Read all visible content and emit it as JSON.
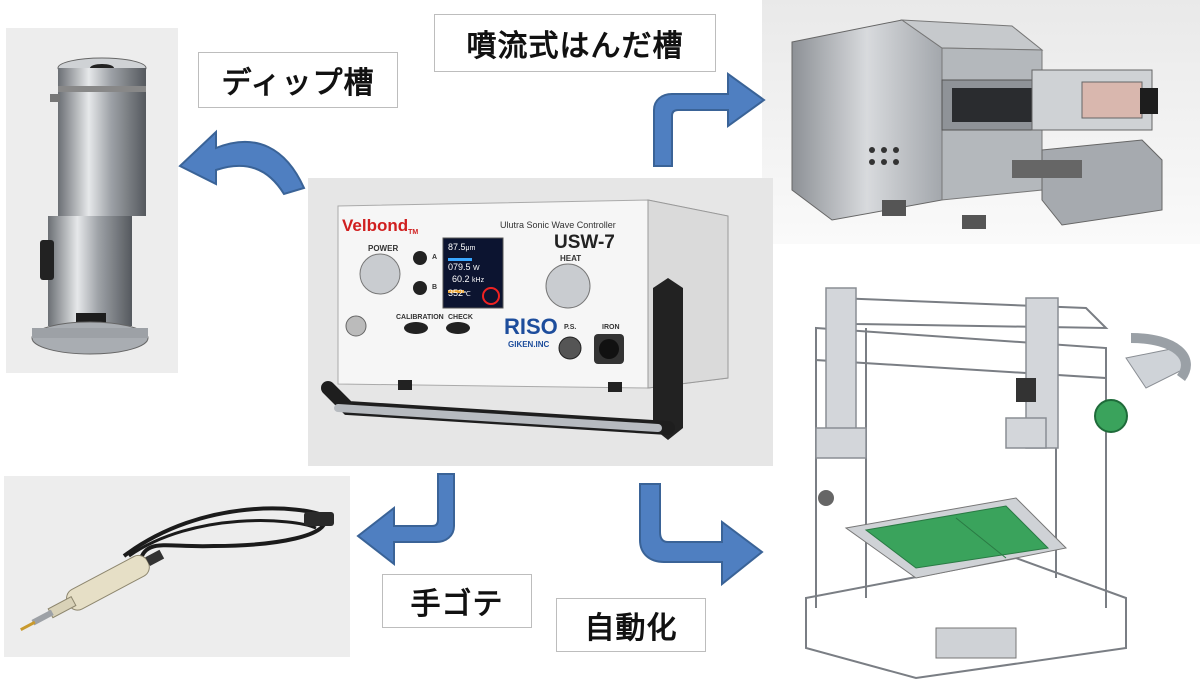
{
  "labels": {
    "dip_tank": "ディップ槽",
    "wave_tank": "噴流式はんだ槽",
    "soldering_iron": "手ゴテ",
    "automation": "自動化"
  },
  "controller": {
    "brand": "Velbond",
    "tm": "TM",
    "title": "Ulutra Sonic Wave Controller",
    "model": "USW-7",
    "power": "POWER",
    "heat": "HEAT",
    "btn_a": "A",
    "btn_b": "B",
    "calibration": "CALIBRATION",
    "check": "CHECK",
    "riso": "RISO",
    "giken": "GIKEN.INC",
    "ps": "P.S.",
    "iron": "IRON",
    "display": {
      "row1": "87.5",
      "row1_unit": "μm",
      "row2": "079.5",
      "row2_unit": "W",
      "row3": "60.2",
      "row3_unit": "kHz",
      "row4": "352",
      "row4_unit": "℃"
    }
  },
  "colors": {
    "arrow": "#4f7fc1",
    "arrow_edge": "#3a6397",
    "board_green": "#3aa35c",
    "steel": "#b9bdc2"
  }
}
